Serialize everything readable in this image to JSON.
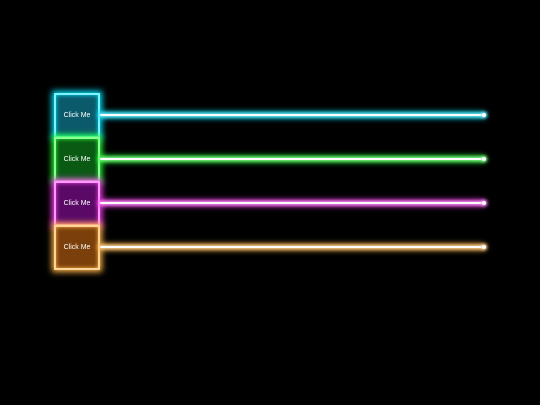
{
  "buttons": [
    {
      "label": "Click Me",
      "fill": "#0b5a6b",
      "glow": "#00e5ff",
      "beam": "#7ff2ff"
    },
    {
      "label": "Click Me",
      "fill": "#0a5a14",
      "glow": "#2aff3a",
      "beam": "#8dff93"
    },
    {
      "label": "Click Me",
      "fill": "#5a0a66",
      "glow": "#ff3df5",
      "beam": "#ff9af9"
    },
    {
      "label": "Click Me",
      "fill": "#7a3f0a",
      "glow": "#ffb347",
      "beam": "#ffd49a"
    }
  ]
}
